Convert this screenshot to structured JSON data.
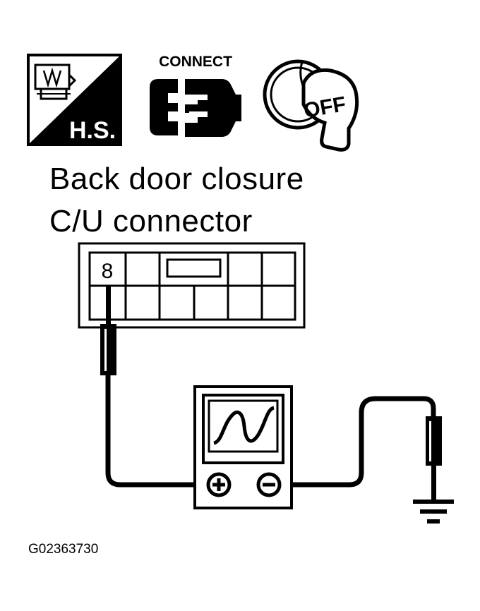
{
  "icons": {
    "harness_label": "H.S.",
    "connect_label": "CONNECT",
    "ignition_label": "OFF",
    "harness_icon": "harness-sign-icon",
    "connect_icon": "disconnect-connector-icon",
    "ignition_icon": "ignition-key-off-icon"
  },
  "title": {
    "line1": "Back door closure",
    "line2": "C/U connector"
  },
  "connector": {
    "terminal": "8"
  },
  "meter": {
    "positive_icon": "plus-terminal-icon",
    "negative_icon": "minus-terminal-icon",
    "display_icon": "waveform-icon"
  },
  "ground_icon": "ground-icon",
  "figure_code": "G02363730"
}
